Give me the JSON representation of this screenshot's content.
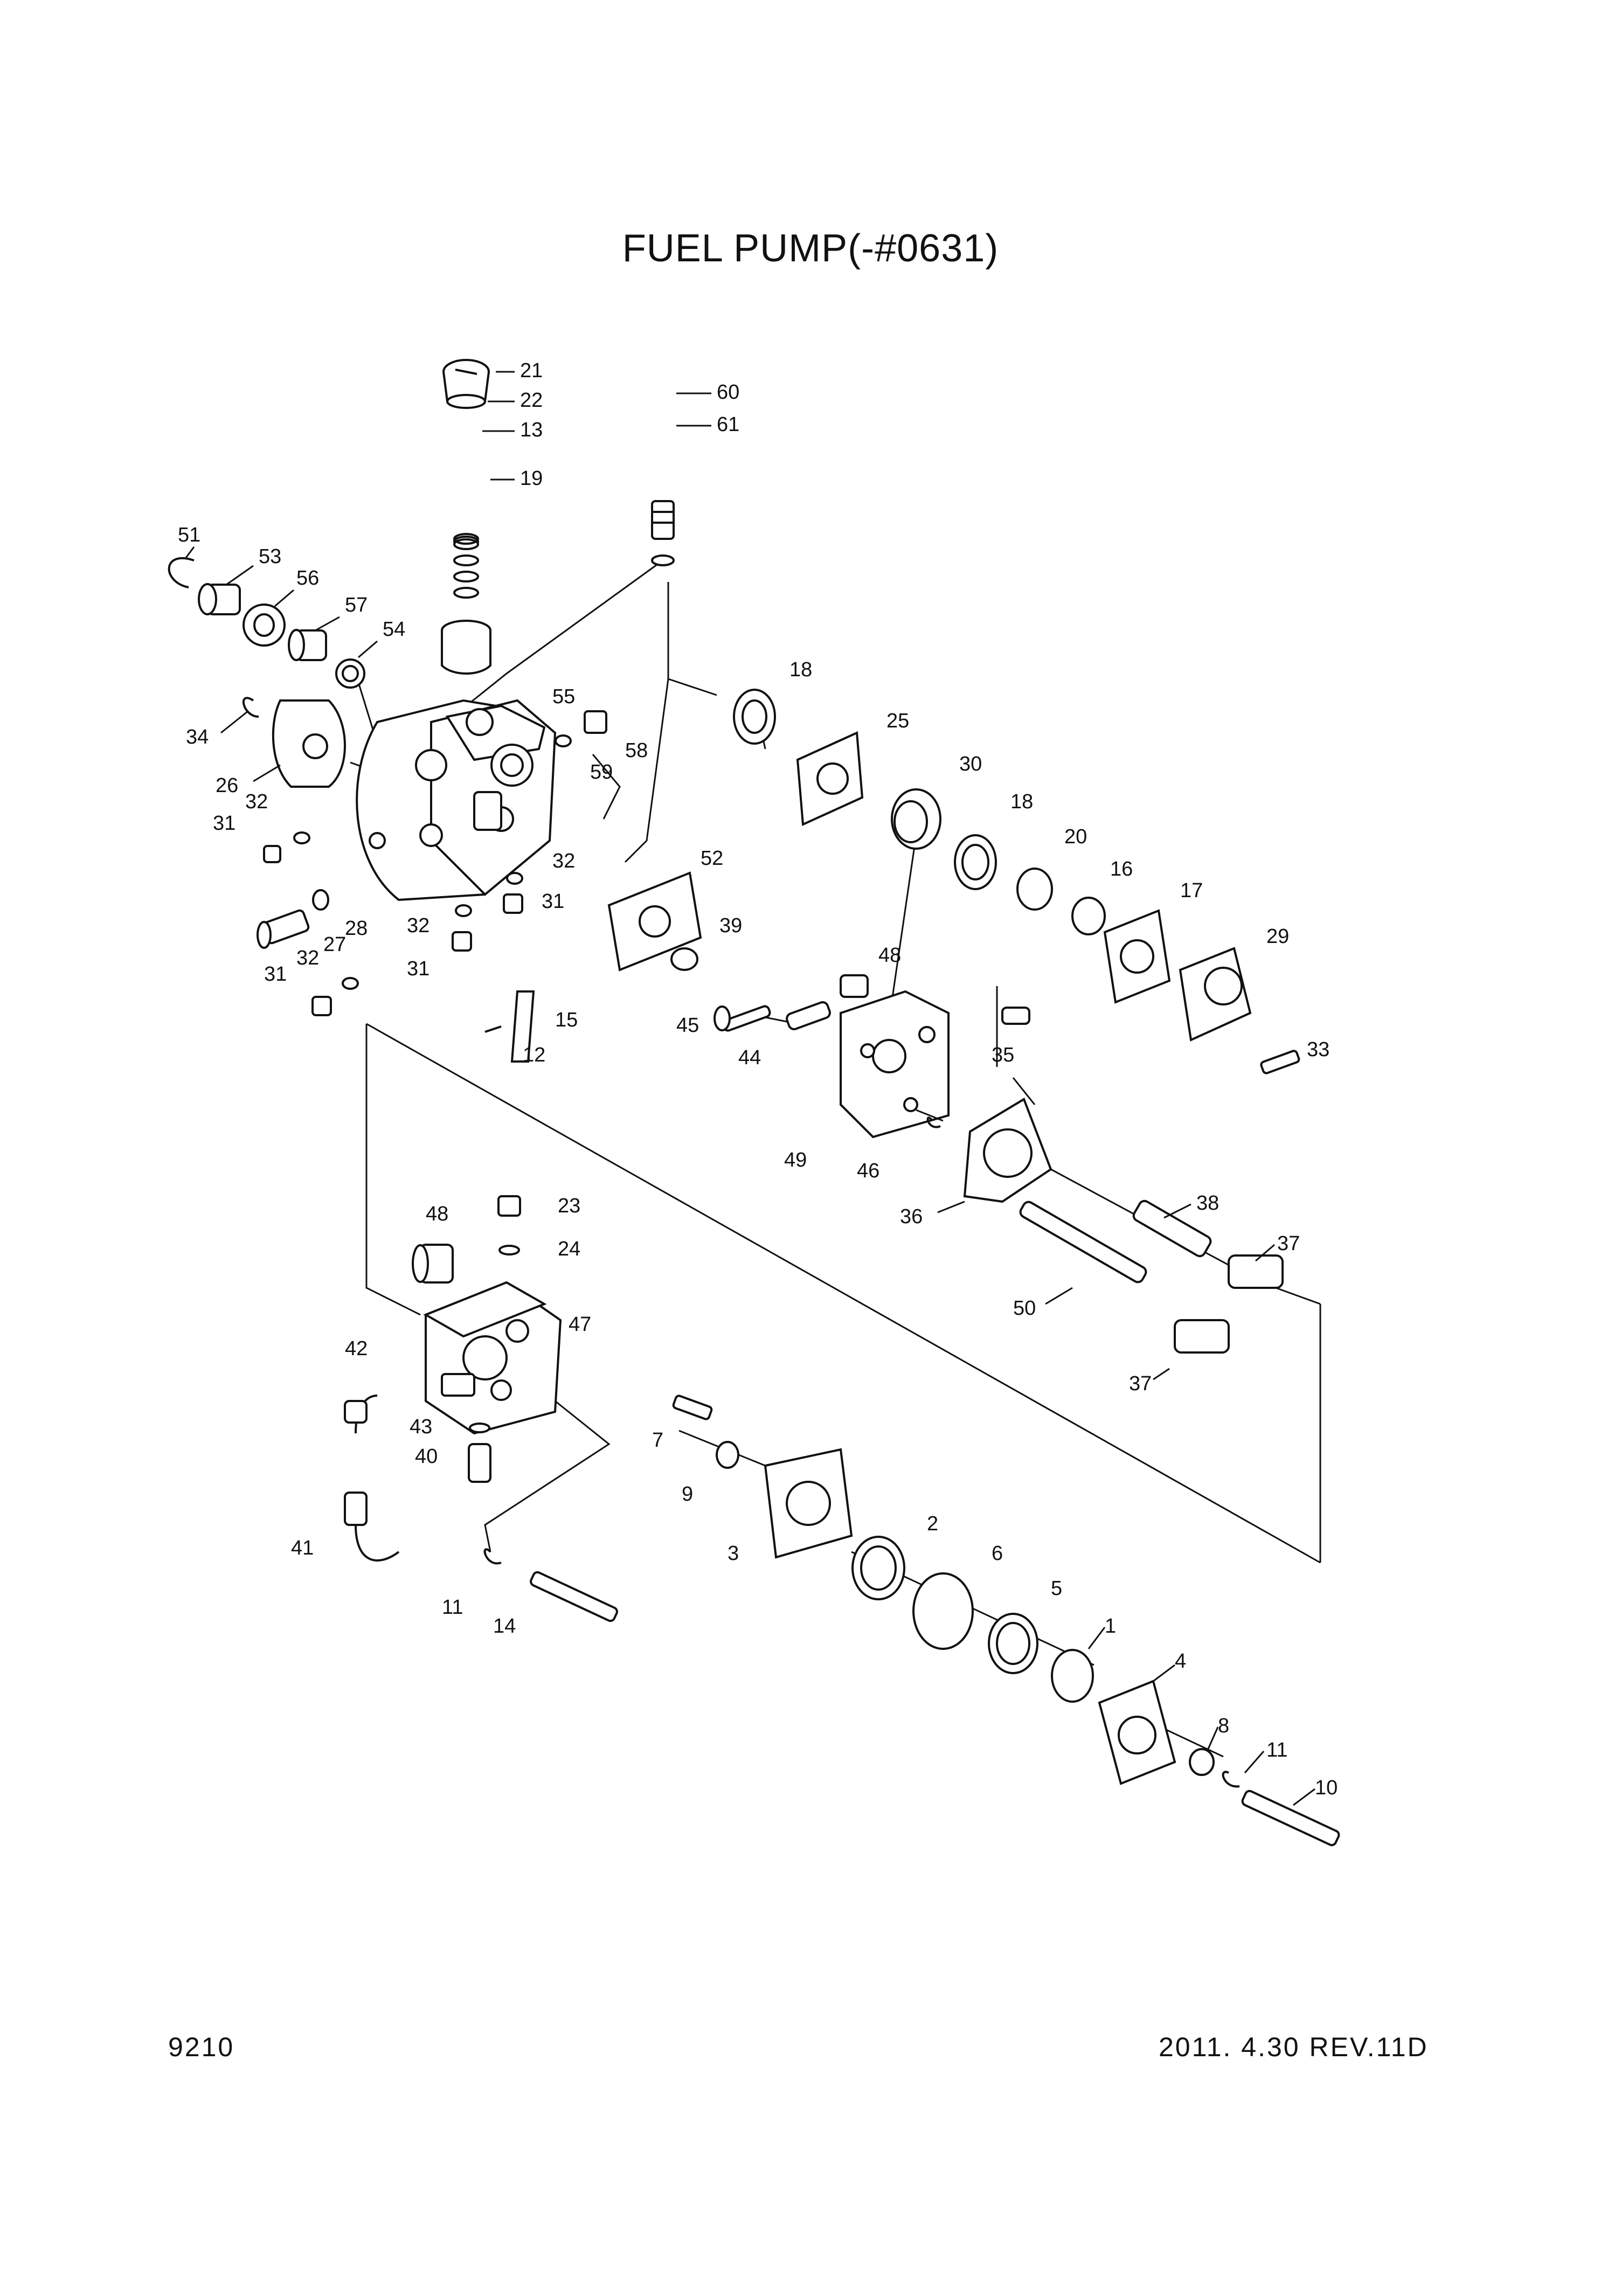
{
  "title": "FUEL PUMP(-#0631)",
  "page_number": "9210",
  "revision": "2011. 4.30  REV.11D",
  "callouts": [
    "51",
    "53",
    "56",
    "57",
    "54",
    "34",
    "26",
    "32",
    "31",
    "28",
    "27",
    "32",
    "31",
    "21",
    "22",
    "13",
    "19",
    "60",
    "61",
    "55",
    "58",
    "59",
    "32",
    "31",
    "32",
    "31",
    "15",
    "12",
    "52",
    "39",
    "45",
    "44",
    "48",
    "35",
    "49",
    "46",
    "36",
    "18",
    "25",
    "30",
    "18",
    "20",
    "16",
    "17",
    "29",
    "33",
    "38",
    "37",
    "50",
    "37",
    "48",
    "23",
    "24",
    "47",
    "42",
    "43",
    "40",
    "41",
    "11",
    "14",
    "7",
    "9",
    "3",
    "2",
    "6",
    "5",
    "1",
    "4",
    "8",
    "11",
    "10"
  ]
}
